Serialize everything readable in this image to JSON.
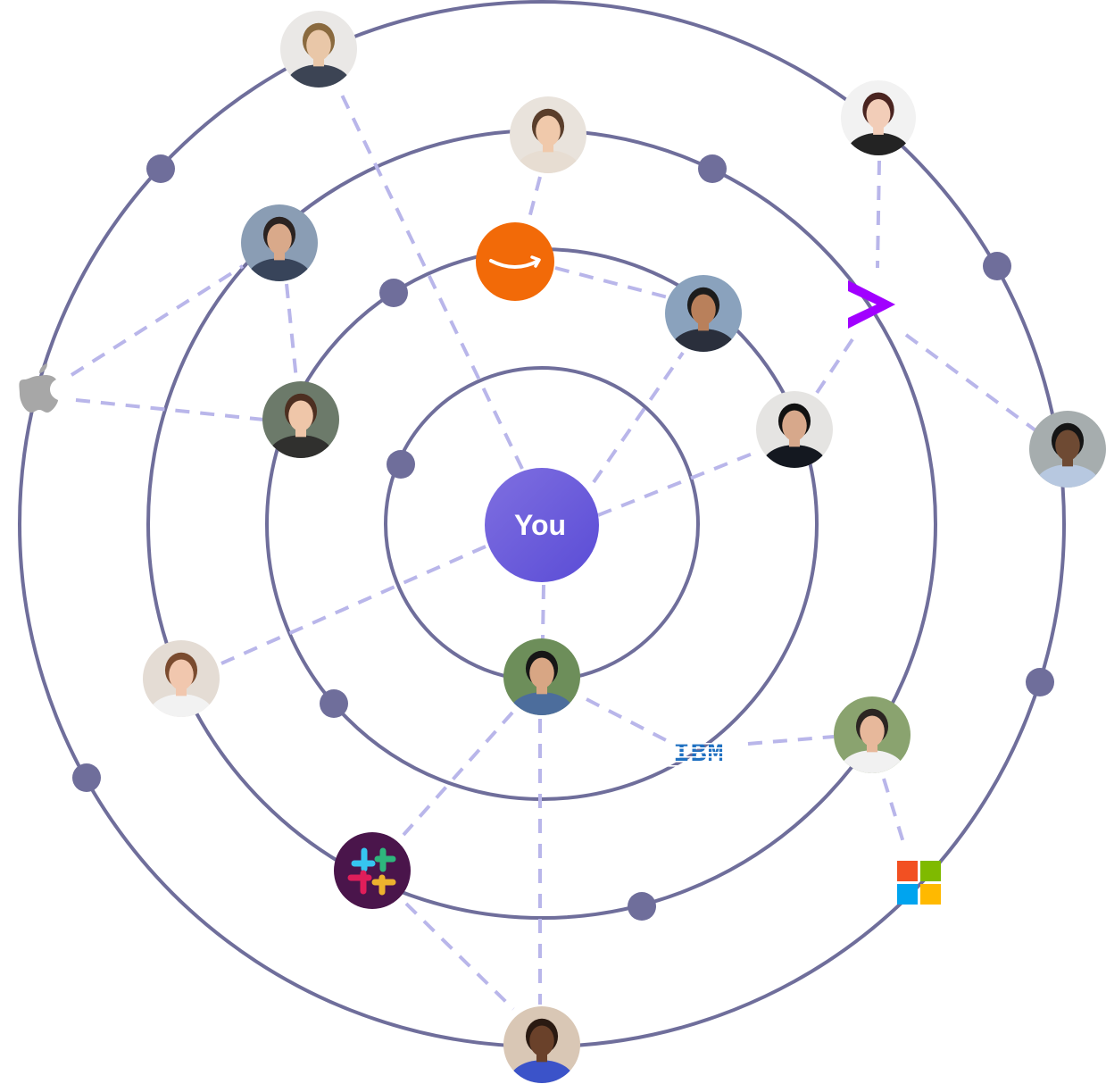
{
  "center": {
    "label": "You",
    "color_start": "#7f6fe0",
    "color_end": "#5a4cd6"
  },
  "colors": {
    "orbit": "#6f6e9b",
    "link": "#b9b6ea",
    "amazon": "#f26a08",
    "slack_bg": "#4a154b",
    "ibm": "#1f70c1",
    "accenture": "#a100ff",
    "apple": "#a7a7a7"
  },
  "companies": [
    {
      "name": "amazon",
      "icon": "amazon-smile-icon"
    },
    {
      "name": "accenture",
      "icon": "accenture-chevron-icon"
    },
    {
      "name": "apple",
      "icon": "apple-icon"
    },
    {
      "name": "ibm",
      "icon": "ibm-logo",
      "label": "IBM"
    },
    {
      "name": "slack",
      "icon": "slack-icon"
    },
    {
      "name": "microsoft",
      "icon": "microsoft-icon"
    }
  ],
  "people": [
    {
      "id": "person-1",
      "skin": "#e9c7a8",
      "hair": "#8a6a3f",
      "shirt": "#3c4454",
      "bg": "#eae8e6"
    },
    {
      "id": "person-2",
      "skin": "#f0c9ab",
      "hair": "#5a3e2b",
      "shirt": "#e7ddd2",
      "bg": "#e9e3dc"
    },
    {
      "id": "person-3",
      "skin": "#f2cdb8",
      "hair": "#4a2420",
      "shirt": "#232323",
      "bg": "#f2f2f2"
    },
    {
      "id": "person-4",
      "skin": "#b9805b",
      "hair": "#1c1c1c",
      "shirt": "#2a2f3c",
      "bg": "#8aa2bd"
    },
    {
      "id": "person-5",
      "skin": "#d9a98a",
      "hair": "#2b2321",
      "shirt": "#38445a",
      "bg": "#8a9db4"
    },
    {
      "id": "person-6",
      "skin": "#efc6a9",
      "hair": "#4d2f21",
      "shirt": "#30302e",
      "bg": "#6c7a6a"
    },
    {
      "id": "person-7",
      "skin": "#d7a88b",
      "hair": "#111111",
      "shirt": "#141820",
      "bg": "#e5e4e2"
    },
    {
      "id": "person-8",
      "skin": "#6e4a33",
      "hair": "#151515",
      "shirt": "#b7c8e0",
      "bg": "#a6adae"
    },
    {
      "id": "person-9",
      "skin": "#f1c7ae",
      "hair": "#7a4b2f",
      "shirt": "#f2f2f2",
      "bg": "#e4dcd4"
    },
    {
      "id": "person-10",
      "skin": "#d8a684",
      "hair": "#161616",
      "shirt": "#4c6d9c",
      "bg": "#6d8e5a"
    },
    {
      "id": "person-11",
      "skin": "#e7b89b",
      "hair": "#2c2522",
      "shirt": "#f1f1f1",
      "bg": "#8aa36f"
    },
    {
      "id": "person-12",
      "skin": "#6a412a",
      "hair": "#2a1a12",
      "shirt": "#3b53c9",
      "bg": "#d9c7b5"
    }
  ]
}
